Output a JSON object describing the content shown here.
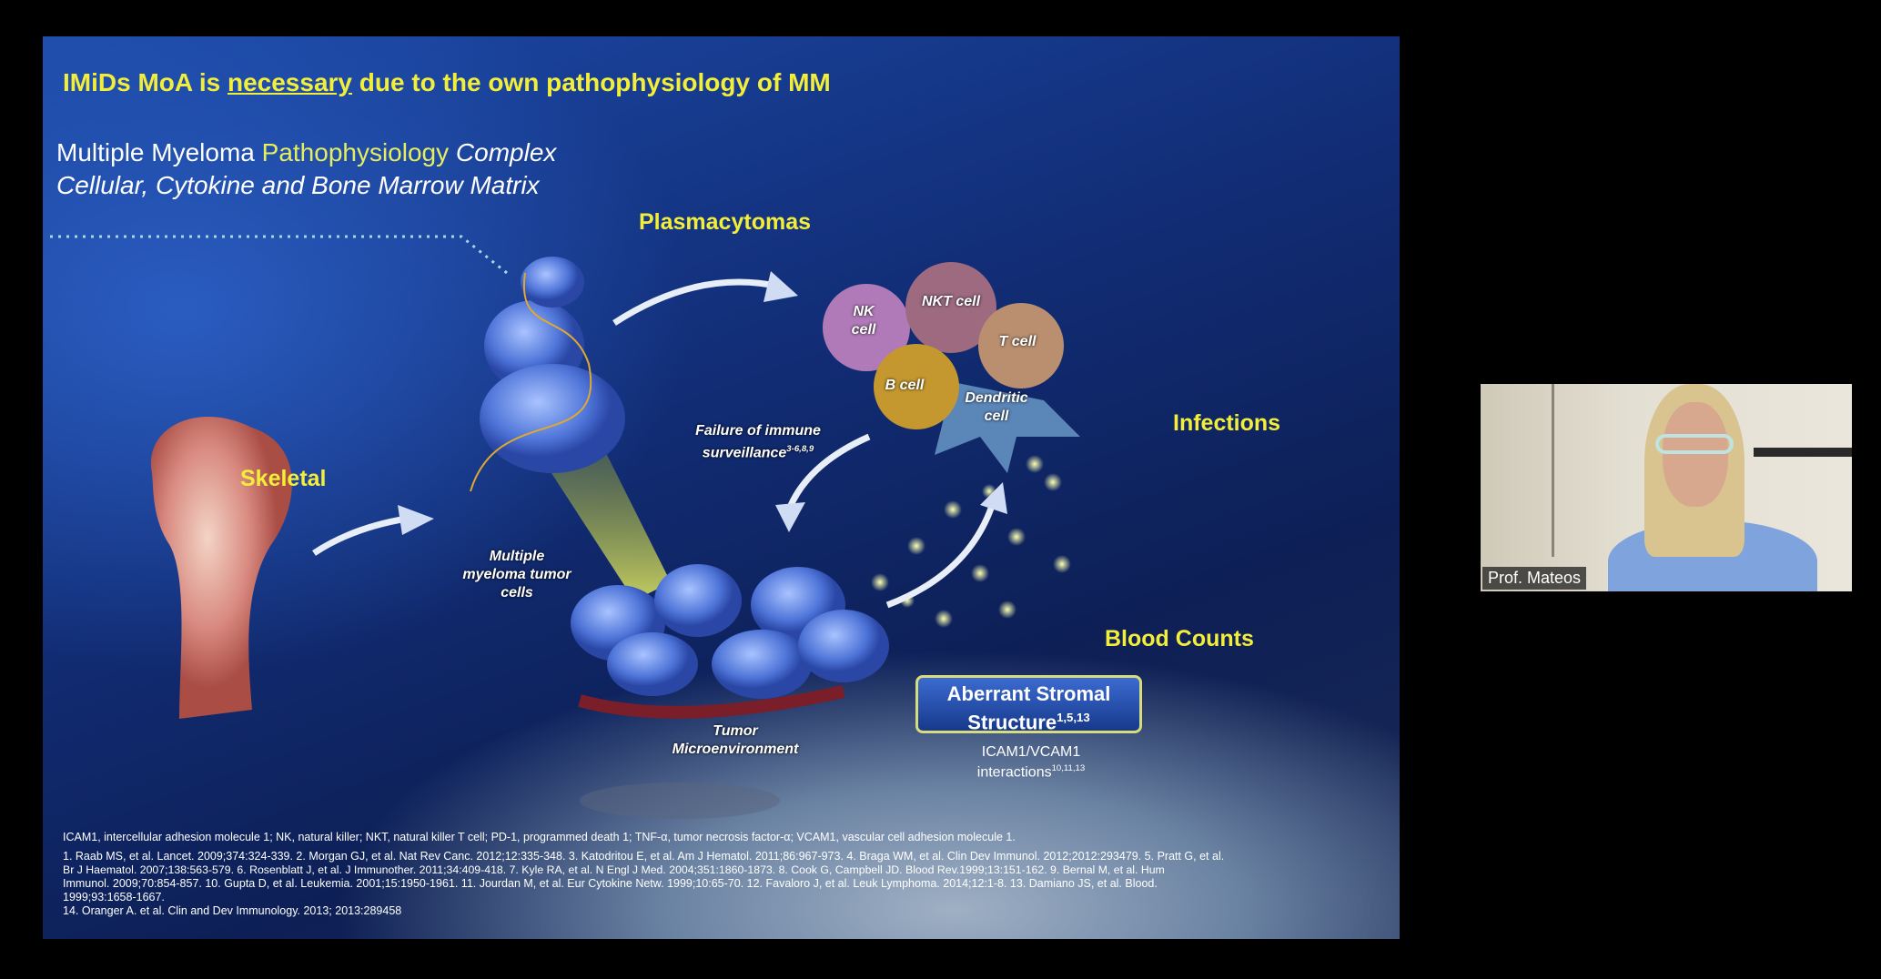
{
  "slide": {
    "title_prefix": "IMiDs MoA is ",
    "title_underlined": "necessary",
    "title_suffix": " due to the own pathophysiology of MM",
    "subtitle_1a": "Multiple Myeloma ",
    "subtitle_1b": "Pathophysiology",
    "subtitle_1c": " Complex",
    "subtitle_2": "Cellular, Cytokine and Bone Marrow Matrix",
    "labels": {
      "plasmacytomas": "Plasmacytomas",
      "skeletal": "Skeletal",
      "infections": "Infections",
      "blood_counts": "Blood Counts",
      "mm_cells_1": "Multiple",
      "mm_cells_2": "myeloma tumor",
      "mm_cells_3": "cells",
      "failure_1": "Failure of immune",
      "failure_2": "surveillance",
      "failure_refs": "3-6,8,9",
      "tumor_1": "Tumor",
      "tumor_2": "Microenvironment",
      "nk_1": "NK",
      "nk_2": "cell",
      "nkt": "NKT cell",
      "t_cell": "T cell",
      "b_cell": "B cell",
      "dendritic_1": "Dendritic",
      "dendritic_2": "cell",
      "aberrant_1": "Aberrant Stromal",
      "aberrant_2": "Structure",
      "aberrant_refs": "1,5,13",
      "icam_1": "ICAM1/VCAM1",
      "icam_2": "interactions",
      "icam_refs": "10,11,13"
    },
    "footnotes": [
      "ICAM1, intercellular adhesion molecule 1; NK, natural killer; NKT, natural killer T cell; PD-1, programmed death 1; TNF-α, tumor necrosis factor-α; VCAM1, vascular cell adhesion molecule 1.",
      "1. Raab MS, et al. Lancet. 2009;374:324-339. 2. Morgan GJ, et al. Nat Rev Canc. 2012;12:335-348. 3. Katodritou E, et al. Am J Hematol. 2011;86:967-973. 4. Braga WM, et al. Clin Dev Immunol. 2012;2012:293479. 5. Pratt G, et al.",
      "Br J Haematol. 2007;138:563-579. 6. Rosenblatt J, et al. J Immunother. 2011;34:409-418. 7. Kyle RA, et al. N Engl J Med. 2004;351:1860-1873.  8. Cook G, Campbell JD. Blood Rev.1999;13:151-162. 9. Bernal M, et al. Hum",
      "Immunol. 2009;70:854-857. 10. Gupta D, et al. Leukemia. 2001;15:1950-1961. 11. Jourdan M, et al. Eur Cytokine Netw. 1999;10:65-70. 12. Favaloro J, et al. Leuk Lymphoma. 2014;12:1-8. 13. Damiano JS, et al. Blood.",
      "1999;93:1658-1667.",
      "14. Oranger A. et al. Clin and Dev Immunology. 2013; 2013:289458"
    ]
  },
  "video": {
    "participant_name": "Prof. Mateos"
  }
}
